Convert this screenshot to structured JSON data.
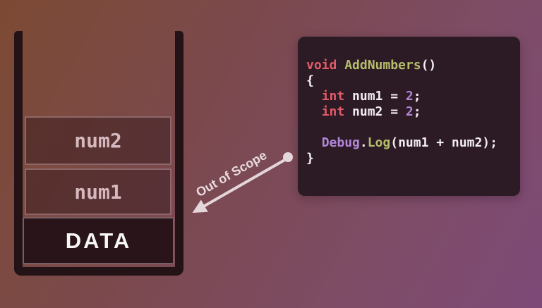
{
  "stack": {
    "blocks": [
      {
        "id": "num2",
        "label": "num2",
        "kind": "variable"
      },
      {
        "id": "num1",
        "label": "num1",
        "kind": "variable"
      },
      {
        "id": "data",
        "label": "DATA",
        "kind": "base"
      }
    ]
  },
  "arrow": {
    "label": "Out of Scope",
    "color": "#e5d6dc"
  },
  "code_panel": {
    "background": "#2c1b25",
    "token_colors": {
      "keyword": "#e25b68",
      "function": "#b6bd6b",
      "number": "#b286d8",
      "type": "#b286d8",
      "plain": "#f2edf0"
    },
    "lines": [
      [
        {
          "text": "void",
          "type": "keyword"
        },
        {
          "text": " ",
          "type": "plain"
        },
        {
          "text": "AddNumbers",
          "type": "function"
        },
        {
          "text": "()",
          "type": "plain"
        }
      ],
      [
        {
          "text": "{",
          "type": "plain"
        }
      ],
      [
        {
          "text": "  ",
          "type": "plain"
        },
        {
          "text": "int",
          "type": "keyword"
        },
        {
          "text": " num1 = ",
          "type": "plain"
        },
        {
          "text": "2",
          "type": "number"
        },
        {
          "text": ";",
          "type": "plain"
        }
      ],
      [
        {
          "text": "  ",
          "type": "plain"
        },
        {
          "text": "int",
          "type": "keyword"
        },
        {
          "text": " num2 = ",
          "type": "plain"
        },
        {
          "text": "2",
          "type": "number"
        },
        {
          "text": ";",
          "type": "plain"
        }
      ],
      [],
      [
        {
          "text": "  ",
          "type": "plain"
        },
        {
          "text": "Debug",
          "type": "type"
        },
        {
          "text": ".",
          "type": "plain"
        },
        {
          "text": "Log",
          "type": "function"
        },
        {
          "text": "(num1 + num2);",
          "type": "plain"
        }
      ],
      [
        {
          "text": "}",
          "type": "plain"
        }
      ]
    ]
  },
  "colors": {
    "background_from": "#7c4a33",
    "background_to": "#7d4a78",
    "stack_frame": "#231216",
    "variable_text": "#d5b9be",
    "data_text": "#f7f5f6"
  }
}
